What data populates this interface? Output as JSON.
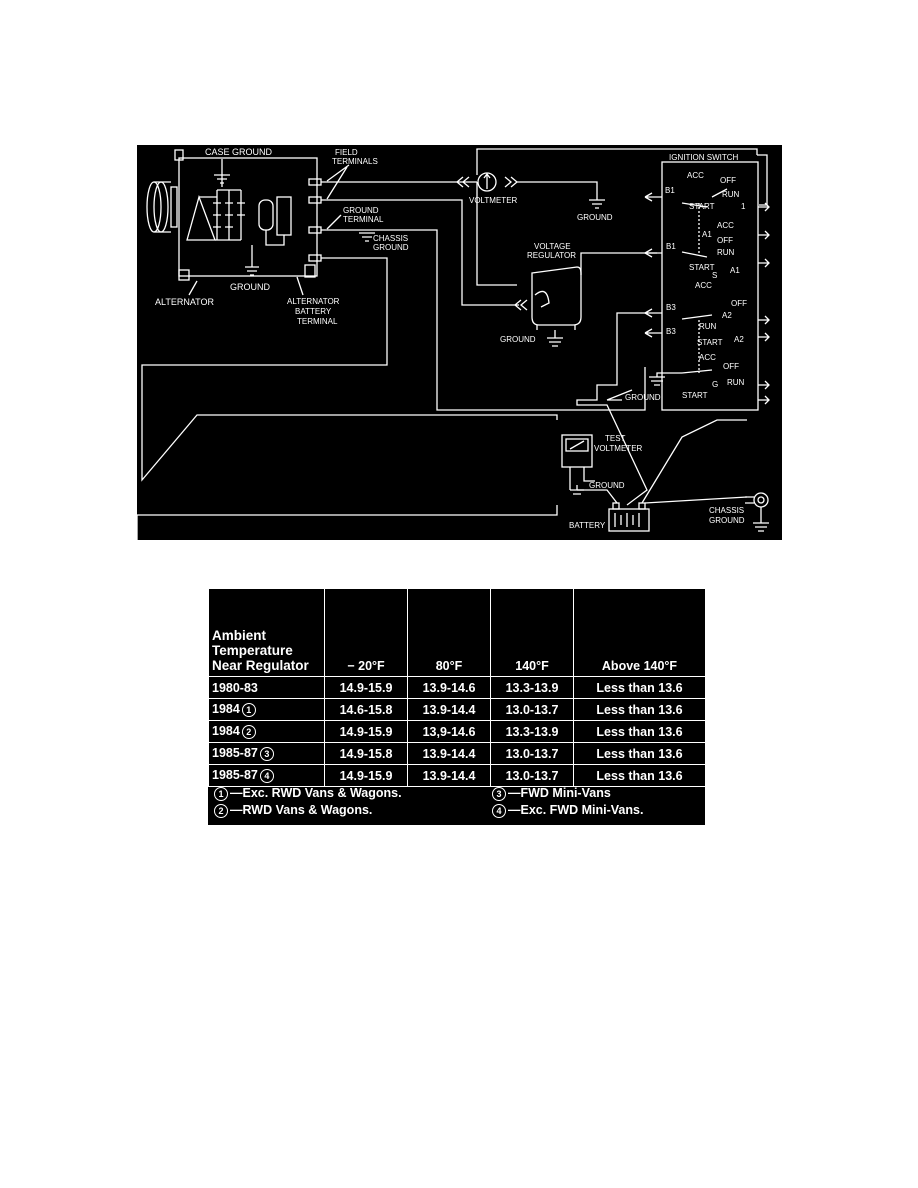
{
  "diagram": {
    "labels": {
      "case_ground": "CASE GROUND",
      "field_terminals_1": "FIELD",
      "field_terminals_2": "TERMINALS",
      "ground_terminal_1": "GROUND",
      "ground_terminal_2": "TERMINAL",
      "chassis_ground_top_1": "CHASSIS",
      "chassis_ground_top_2": "GROUND",
      "alternator": "ALTERNATOR",
      "ground_alt": "GROUND",
      "alt_battery_terminal_1": "ALTERNATOR",
      "alt_battery_terminal_2": "BATTERY",
      "alt_battery_terminal_3": "TERMINAL",
      "voltmeter": "VOLTMETER",
      "ground_voltmeter": "GROUND",
      "voltage_regulator_1": "VOLTAGE",
      "voltage_regulator_2": "REGULATOR",
      "ground_regulator": "GROUND",
      "ignition_switch": "IGNITION SWITCH",
      "ground_switch": "GROUND",
      "test_voltmeter_1": "TEST",
      "test_voltmeter_2": "VOLTMETER",
      "ground_test": "GROUND",
      "battery": "BATTERY",
      "chassis_ground_bottom_1": "CHASSIS",
      "chassis_ground_bottom_2": "GROUND"
    },
    "switch_terms": {
      "acc1": "ACC",
      "off1": "OFF",
      "run1": "RUN",
      "start1": "START",
      "one": "1",
      "b1a": "B1",
      "acc2": "ACC",
      "a1a": "A1",
      "off2": "OFF",
      "run2": "RUN",
      "b1b": "B1",
      "start2": "START",
      "a1b": "A1",
      "s": "S",
      "acc3": "ACC",
      "off3": "OFF",
      "b3a": "B3",
      "a2a": "A2",
      "run3": "RUN",
      "b3b": "B3",
      "a2b": "A2",
      "start3": "START",
      "acc4": "ACC",
      "off4": "OFF",
      "g": "G",
      "run4": "RUN",
      "start4": "START"
    }
  },
  "table": {
    "headers": [
      "Ambient Temperature Near Regulator",
      "− 20°F",
      "80°F",
      "140°F",
      "Above 140°F"
    ],
    "rows": [
      {
        "year": "1980-83",
        "note": "",
        "v20": "14.9-15.9",
        "v80": "13.9-14.6",
        "v140": "13.3-13.9",
        "above": "Less than 13.6"
      },
      {
        "year": "1984",
        "note": "1",
        "v20": "14.6-15.8",
        "v80": "13.9-14.4",
        "v140": "13.0-13.7",
        "above": "Less than 13.6"
      },
      {
        "year": "1984",
        "note": "2",
        "v20": "14.9-15.9",
        "v80": "13,9-14.6",
        "v140": "13.3-13.9",
        "above": "Less than 13.6"
      },
      {
        "year": "1985-87",
        "note": "3",
        "v20": "14.9-15.8",
        "v80": "13.9-14.4",
        "v140": "13.0-13.7",
        "above": "Less than 13.6"
      },
      {
        "year": "1985-87",
        "note": "4",
        "v20": "14.9-15.9",
        "v80": "13.9-14.4",
        "v140": "13.0-13.7",
        "above": "Less than 13.6"
      }
    ],
    "footnotes": [
      {
        "mark": "1",
        "text": "—Exc. RWD Vans & Wagons."
      },
      {
        "mark": "2",
        "text": "—RWD Vans & Wagons."
      },
      {
        "mark": "3",
        "text": "—FWD Mini-Vans"
      },
      {
        "mark": "4",
        "text": "—Exc. FWD Mini-Vans."
      }
    ]
  }
}
